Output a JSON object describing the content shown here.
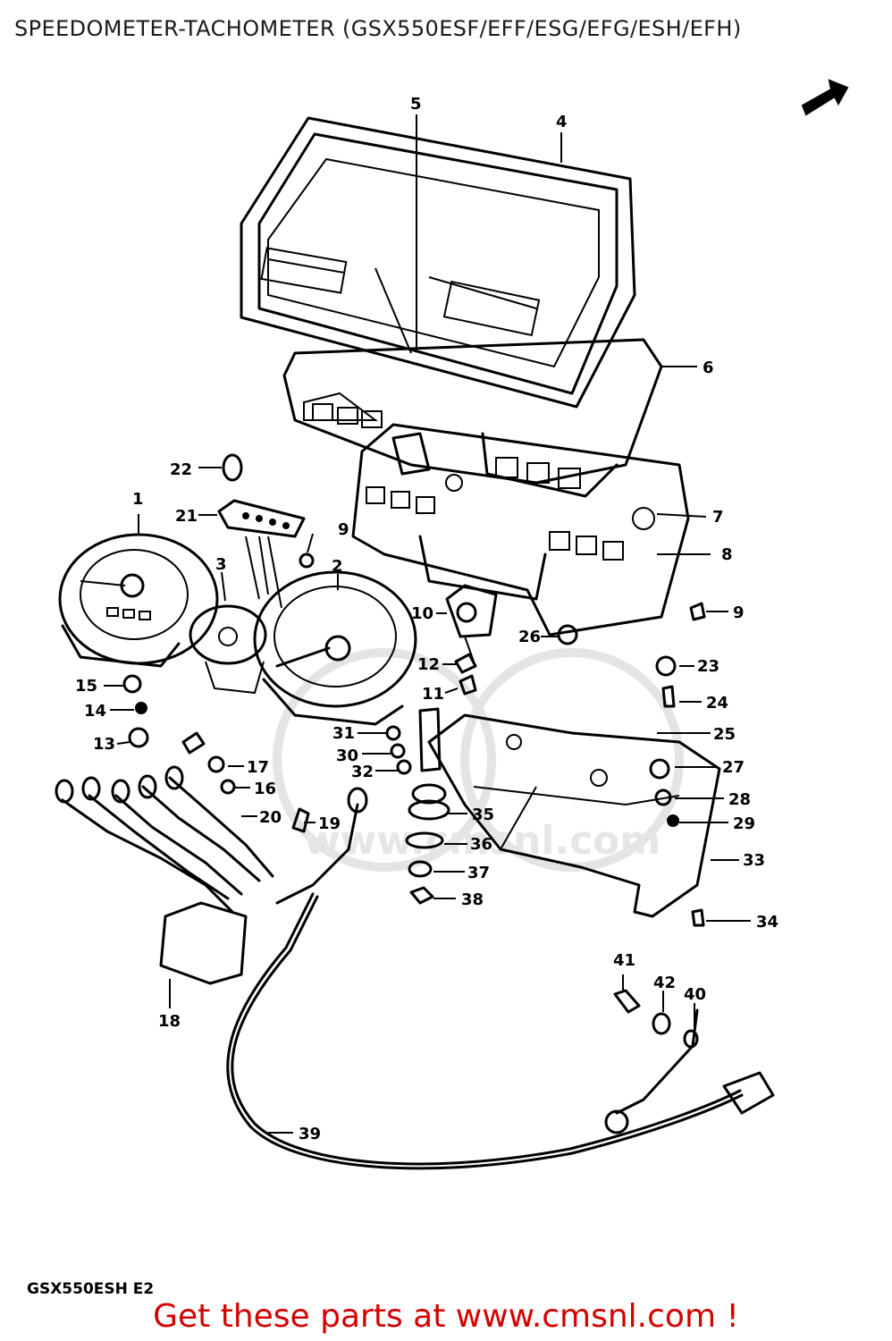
{
  "title": "SPEEDOMETER-TACHOMETER (GSX550ESF/EFF/ESG/EFG/ESH/EFH)",
  "model_code": "GSX550ESH E2",
  "footer_text": "Get these parts at www.cmsnl.com !",
  "watermark_text": "www.cmsnl.com",
  "labels": {
    "p1": "1",
    "p2": "2",
    "p3": "3",
    "p4": "4",
    "p5": "5",
    "p6": "6",
    "p7": "7",
    "p8": "8",
    "p9a": "9",
    "p9b": "9",
    "p10": "10",
    "p11": "11",
    "p12": "12",
    "p13": "13",
    "p14": "14",
    "p15": "15",
    "p16": "16",
    "p17": "17",
    "p18": "18",
    "p19": "19",
    "p20": "20",
    "p21": "21",
    "p22": "22",
    "p23": "23",
    "p24": "24",
    "p25": "25",
    "p26": "26",
    "p27": "27",
    "p28": "28",
    "p29": "29",
    "p30": "30",
    "p31": "31",
    "p32": "32",
    "p33": "33",
    "p34": "34",
    "p35": "35",
    "p36": "36",
    "p37": "37",
    "p38": "38",
    "p39": "39",
    "p40": "40",
    "p41": "41",
    "p42": "42"
  },
  "colors": {
    "line": "#000000",
    "footer": "#d40000",
    "background": "#ffffff",
    "watermark": "#e4e4e4"
  }
}
